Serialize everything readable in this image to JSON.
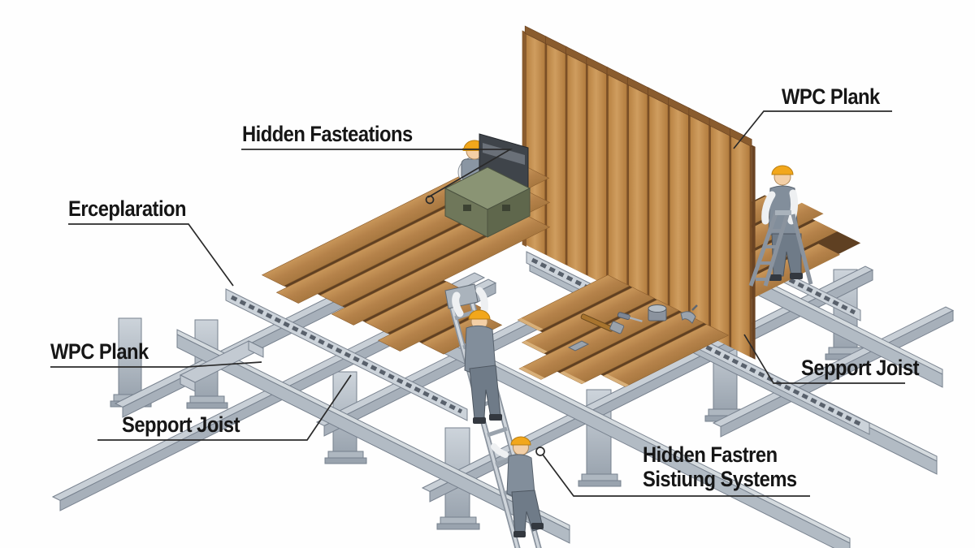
{
  "figure": {
    "title": "WPC decking installation isometric diagram",
    "workers_visible": 4,
    "wall_planks_visible": 11,
    "deck_sections": 3
  },
  "labels": {
    "hidden_fasteners": "Hidden Fasteations",
    "wpc_plank_top": "WPC Plank",
    "preparation": "Erceplaration",
    "wpc_plank_left": "WPC Plank",
    "support_joist_left": "Sepport Joist",
    "support_joist_right": "Sepport Joist",
    "hidden_fastening_line1": "Hidden Fastren",
    "hidden_fastening_line2": "Sistiung Systems"
  },
  "colors": {
    "background": "#fefefe",
    "deck_wood": "#b5824a",
    "wall_wood": "#c08a49",
    "wood_gap": "#5f4022",
    "steel": "#b9c2cc",
    "steel_dark": "#828c98",
    "hard_hat": "#f2a71b",
    "overalls": "#828e9b",
    "toolbox": "#6f775a",
    "label_text": "#161616",
    "leader_line": "#2a2a2a"
  }
}
